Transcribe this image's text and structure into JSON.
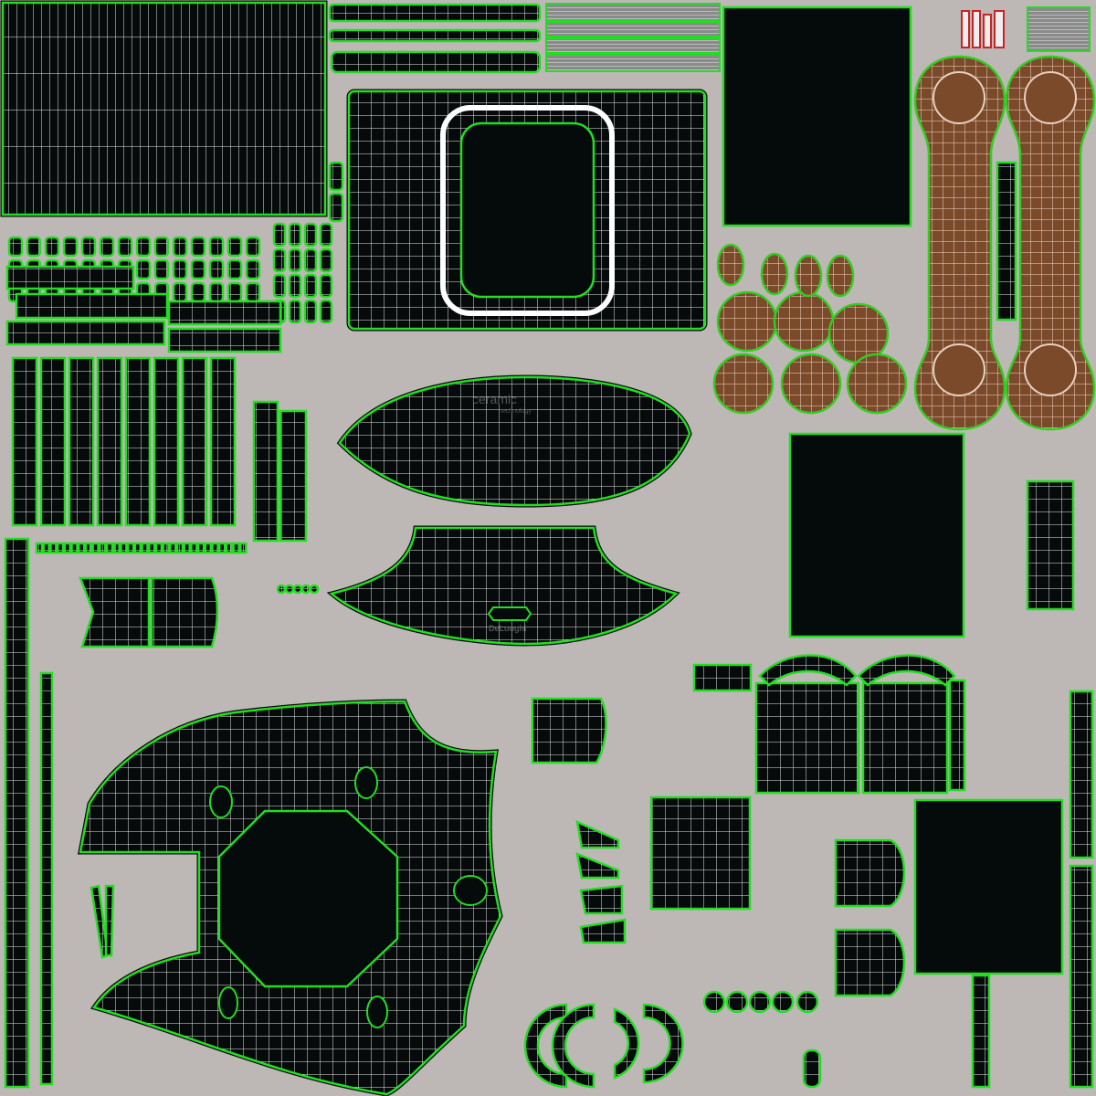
{
  "colors": {
    "background": "#bdb8b6",
    "wire": "#ffffff",
    "outline": "#22dd22",
    "island": "#050a0a",
    "wood": "#7b4a2a"
  },
  "labels": {
    "ceramic": "ceramic",
    "technology": "technology",
    "brand": "DeLonghi"
  }
}
